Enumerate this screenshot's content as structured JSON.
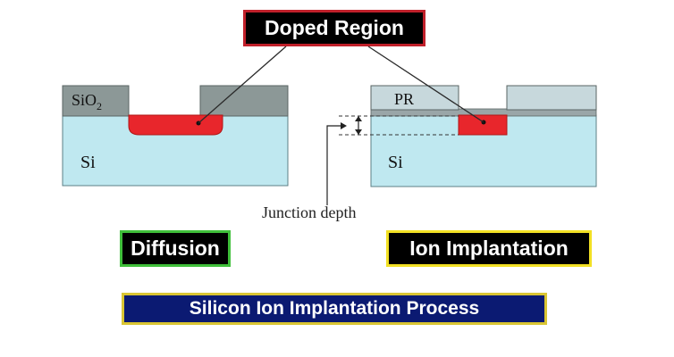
{
  "labels": {
    "doped_region": "Doped Region",
    "diffusion": "Diffusion",
    "ion_implantation": "Ion Implantation",
    "process_title": "Silicon Ion Implantation Process",
    "junction_depth": "Junction depth",
    "left_sio2": "SiO",
    "left_sio2_subscript": "2",
    "left_si": "Si",
    "right_pr": "PR",
    "right_si": "Si"
  },
  "colors": {
    "silicon": "#bfe8f0",
    "oxide_left": "#8c9897",
    "photoresist": "#c7d8dc",
    "thin_oxide": "#9aa6a8",
    "doped": "#e8262c",
    "doped_edge": "#b01616",
    "box_black": "#000000",
    "box_navy": "#0b1a72",
    "border_red": "#c0202a",
    "border_green": "#3fbf3a",
    "border_yellow": "#f2e024",
    "border_gold": "#d9c533"
  }
}
